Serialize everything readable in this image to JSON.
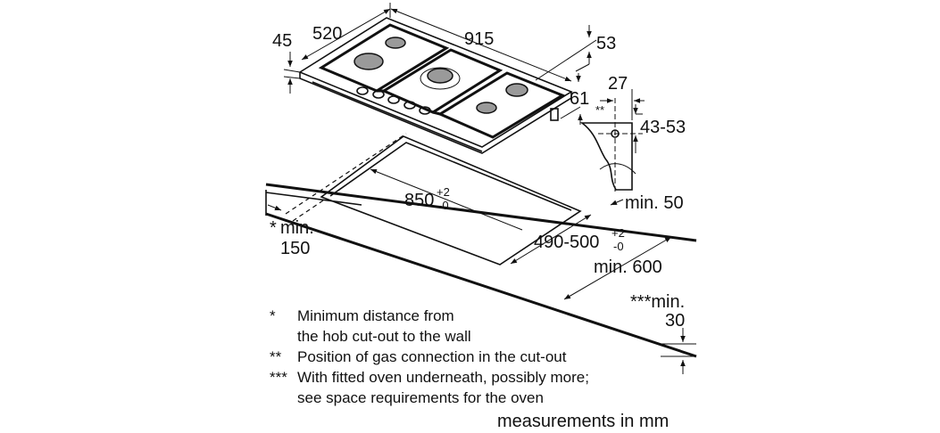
{
  "dimensions": {
    "hob_height": "45",
    "hob_depth": "520",
    "hob_width": "915",
    "top_clearance": "53",
    "side_offset": "61",
    "gas_offset": "27",
    "gas_marker": "**",
    "gas_height": "43-53",
    "cutout_width": "850",
    "cutout_width_tol_plus": "+2",
    "cutout_width_tol_minus": "-0",
    "front_min": "min. 50",
    "wall_min_prefix": "*",
    "wall_min_label": "min.",
    "wall_min_value": "150",
    "cutout_depth": "490-500",
    "cutout_depth_tol_plus": "+2",
    "cutout_depth_tol_minus": "-0",
    "counter_min": "min. 600",
    "oven_min_label": "***min.",
    "oven_min_value": "30"
  },
  "notes": [
    {
      "mark": "*",
      "lines": [
        "Minimum distance from",
        "the hob cut-out to the wall"
      ]
    },
    {
      "mark": "**",
      "lines": [
        "Position of gas connection in the cut-out"
      ]
    },
    {
      "mark": "***",
      "lines": [
        "With fitted oven underneath, possibly more;",
        "see space requirements for the oven"
      ]
    }
  ],
  "units_caption": "measurements in mm"
}
